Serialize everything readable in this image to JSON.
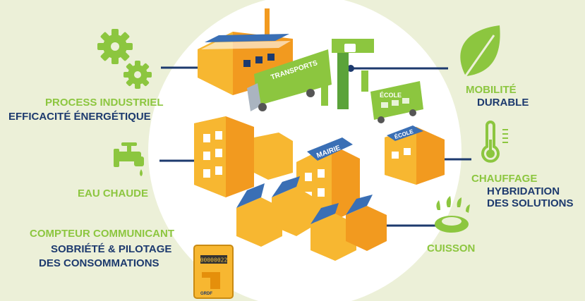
{
  "colors": {
    "background": "#ecf0d8",
    "circle": "#ffffff",
    "building_yellow": "#f7b731",
    "building_orange": "#f29a1f",
    "roof_blue": "#3a6fb5",
    "accent_green": "#8cc63f",
    "dark_green": "#5ba33a",
    "navy": "#1d3a6e"
  },
  "icons": {
    "process": "gears-icon",
    "water": "faucet-icon",
    "meter": "smart-meter-icon",
    "mobility": "leaf-icon",
    "heating": "thermometer-icon",
    "cooking": "gas-burner-icon"
  },
  "labels": {
    "process_title": "PROCESS INDUSTRIEL",
    "process_sub": "EFFICACITÉ ÉNERGÉTIQUE",
    "water_title": "EAU CHAUDE",
    "meter_title": "COMPTEUR COMMUNICANT",
    "meter_sub_1": "SOBRIÉTÉ & PILOTAGE",
    "meter_sub_2": "DES CONSOMMATIONS",
    "mobility_title": "MOBILITÉ",
    "mobility_sub": "DURABLE",
    "heating_title": "CHAUFFAGE",
    "heating_sub_1": "HYBRIDATION",
    "heating_sub_2": "DES SOLUTIONS",
    "cooking_title": "CUISSON"
  },
  "signs": {
    "truck": "TRANSPORTS",
    "bus": "ÉCOLE",
    "town_hall": "MAIRIE",
    "school": "ÉCOLE"
  },
  "meter": {
    "reading": "00000022",
    "brand": "GRDF"
  }
}
